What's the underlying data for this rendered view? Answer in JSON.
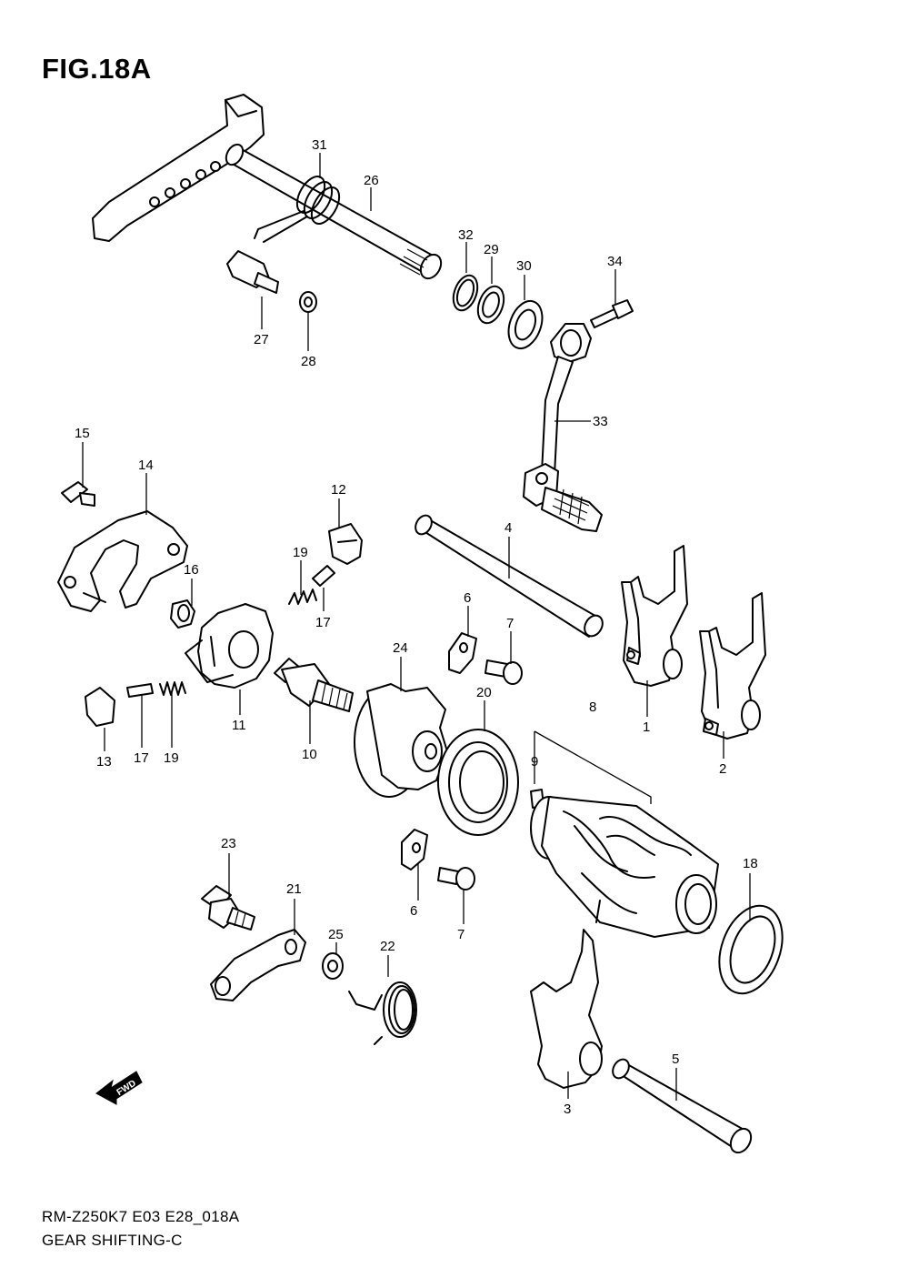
{
  "figure": {
    "title": "FIG.18A",
    "model_code": "RM-Z250K7 E03 E28_018A",
    "section_name": "GEAR SHIFTING-C"
  },
  "fwd_marker": {
    "label": "FWD"
  },
  "callouts": [
    {
      "part": "1"
    },
    {
      "part": "2"
    },
    {
      "part": "3"
    },
    {
      "part": "4"
    },
    {
      "part": "5"
    },
    {
      "part": "6"
    },
    {
      "part": "6"
    },
    {
      "part": "7"
    },
    {
      "part": "7"
    },
    {
      "part": "8"
    },
    {
      "part": "9"
    },
    {
      "part": "10"
    },
    {
      "part": "11"
    },
    {
      "part": "12"
    },
    {
      "part": "13"
    },
    {
      "part": "14"
    },
    {
      "part": "15"
    },
    {
      "part": "16"
    },
    {
      "part": "17"
    },
    {
      "part": "17"
    },
    {
      "part": "18"
    },
    {
      "part": "19"
    },
    {
      "part": "19"
    },
    {
      "part": "20"
    },
    {
      "part": "21"
    },
    {
      "part": "22"
    },
    {
      "part": "23"
    },
    {
      "part": "24"
    },
    {
      "part": "25"
    },
    {
      "part": "26"
    },
    {
      "part": "27"
    },
    {
      "part": "28"
    },
    {
      "part": "29"
    },
    {
      "part": "30"
    },
    {
      "part": "31"
    },
    {
      "part": "32"
    },
    {
      "part": "33"
    },
    {
      "part": "34"
    }
  ]
}
